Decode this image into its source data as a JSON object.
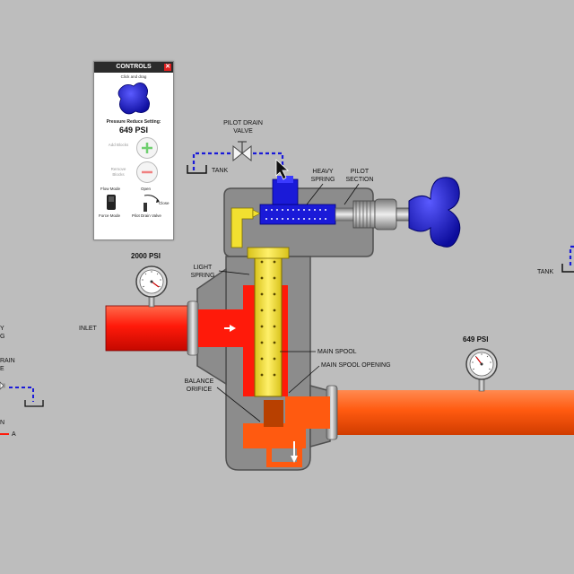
{
  "controls": {
    "title": "CONTROLS",
    "close_symbol": "✕",
    "drag_hint": "Click and drag",
    "setting_label": "Pressure Reduce Setting:",
    "setting_value": "649 PSI",
    "add_blocks": "Add Blocks",
    "remove_blocks": "Remove Blocks",
    "flow_mode": "Flow Mode",
    "force_mode": "Force Mode",
    "open": "Open",
    "close": "Close",
    "pilot_drain_valve": "Pilot Drain Valve"
  },
  "labels": {
    "pilot_drain_valve": [
      "PILOT DRAIN",
      "VALVE"
    ],
    "tank_left": "TANK",
    "tank_right": "TANK",
    "heavy_spring": [
      "HEAVY",
      "SPRING"
    ],
    "pilot_section": [
      "PILOT",
      "SECTION"
    ],
    "light_spring": [
      "LIGHT",
      "SPRING"
    ],
    "inlet": "INLET",
    "main_spool": "MAIN SPOOL",
    "main_spool_opening": "MAIN SPOOL OPENING",
    "balance_orifice": [
      "BALANCE",
      "ORIFICE"
    ],
    "gauge_inlet": "2000 PSI",
    "gauge_outlet": "649 PSI",
    "edge_partial": [
      "Y",
      "G",
      "RAIN",
      "E",
      "N",
      "A"
    ]
  },
  "icons": [
    "close-icon",
    "adjust-knob-icon",
    "add-icon",
    "remove-icon",
    "toggle-switch-icon",
    "rotary-switch-icon",
    "pressure-gauge-icon",
    "needle-valve-icon",
    "handwheel-icon",
    "flow-arrow-icon",
    "tank-icon"
  ],
  "colors": {
    "background": "#bdbdbd",
    "body": "#8c8c8c",
    "pressure_high": "#ff1a0a",
    "pressure_reduced": "#ff5a10",
    "pilot": "#1a1ad8",
    "spool": "#f2e030"
  }
}
